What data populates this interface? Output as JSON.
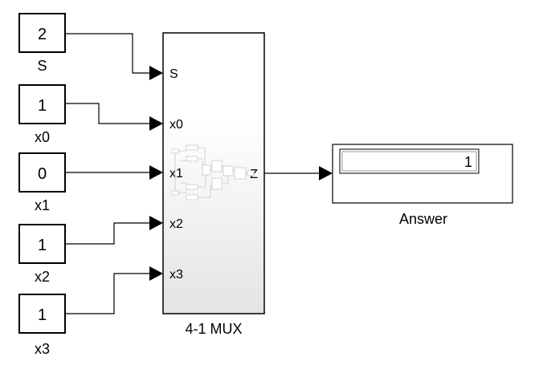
{
  "constants": [
    {
      "value": "2",
      "label": "S"
    },
    {
      "value": "1",
      "label": "x0"
    },
    {
      "value": "0",
      "label": "x1"
    },
    {
      "value": "1",
      "label": "x2"
    },
    {
      "value": "1",
      "label": "x3"
    }
  ],
  "mux": {
    "name": "4-1 MUX",
    "inputs": [
      "S",
      "x0",
      "x1",
      "x2",
      "x3"
    ],
    "output": "Z"
  },
  "display": {
    "name": "Answer",
    "value": "1"
  },
  "colors": {
    "mux_gradient_top": "#ffffff",
    "mux_gradient_bottom": "#e4e4e4"
  }
}
